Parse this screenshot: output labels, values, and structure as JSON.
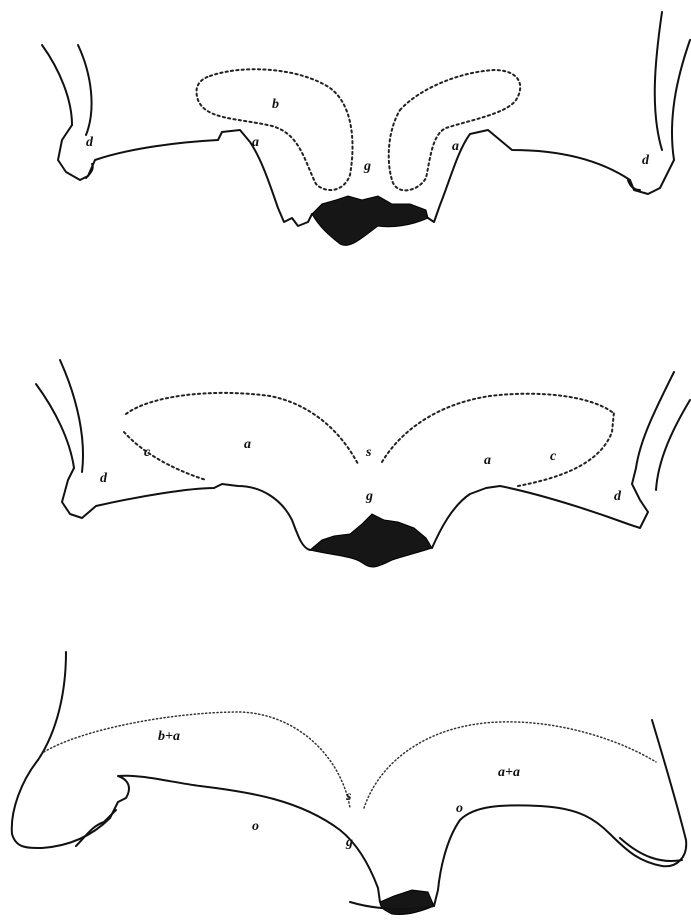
{
  "panels": [
    {
      "id": "top",
      "labels": {
        "b": "b",
        "a_left": "a",
        "a_right": "a",
        "g": "g",
        "d_left": "d",
        "d_right": "d"
      }
    },
    {
      "id": "middle",
      "labels": {
        "c_left": "c",
        "a_left": "a",
        "s": "s",
        "a_right": "a",
        "c_right": "c",
        "g": "g",
        "d_left": "d",
        "d_right": "d"
      }
    },
    {
      "id": "bottom",
      "labels": {
        "ba_left": "b+a",
        "s": "s",
        "ba_right": "a+a",
        "g": "g",
        "o_left": "o",
        "o_right": "o"
      }
    }
  ]
}
